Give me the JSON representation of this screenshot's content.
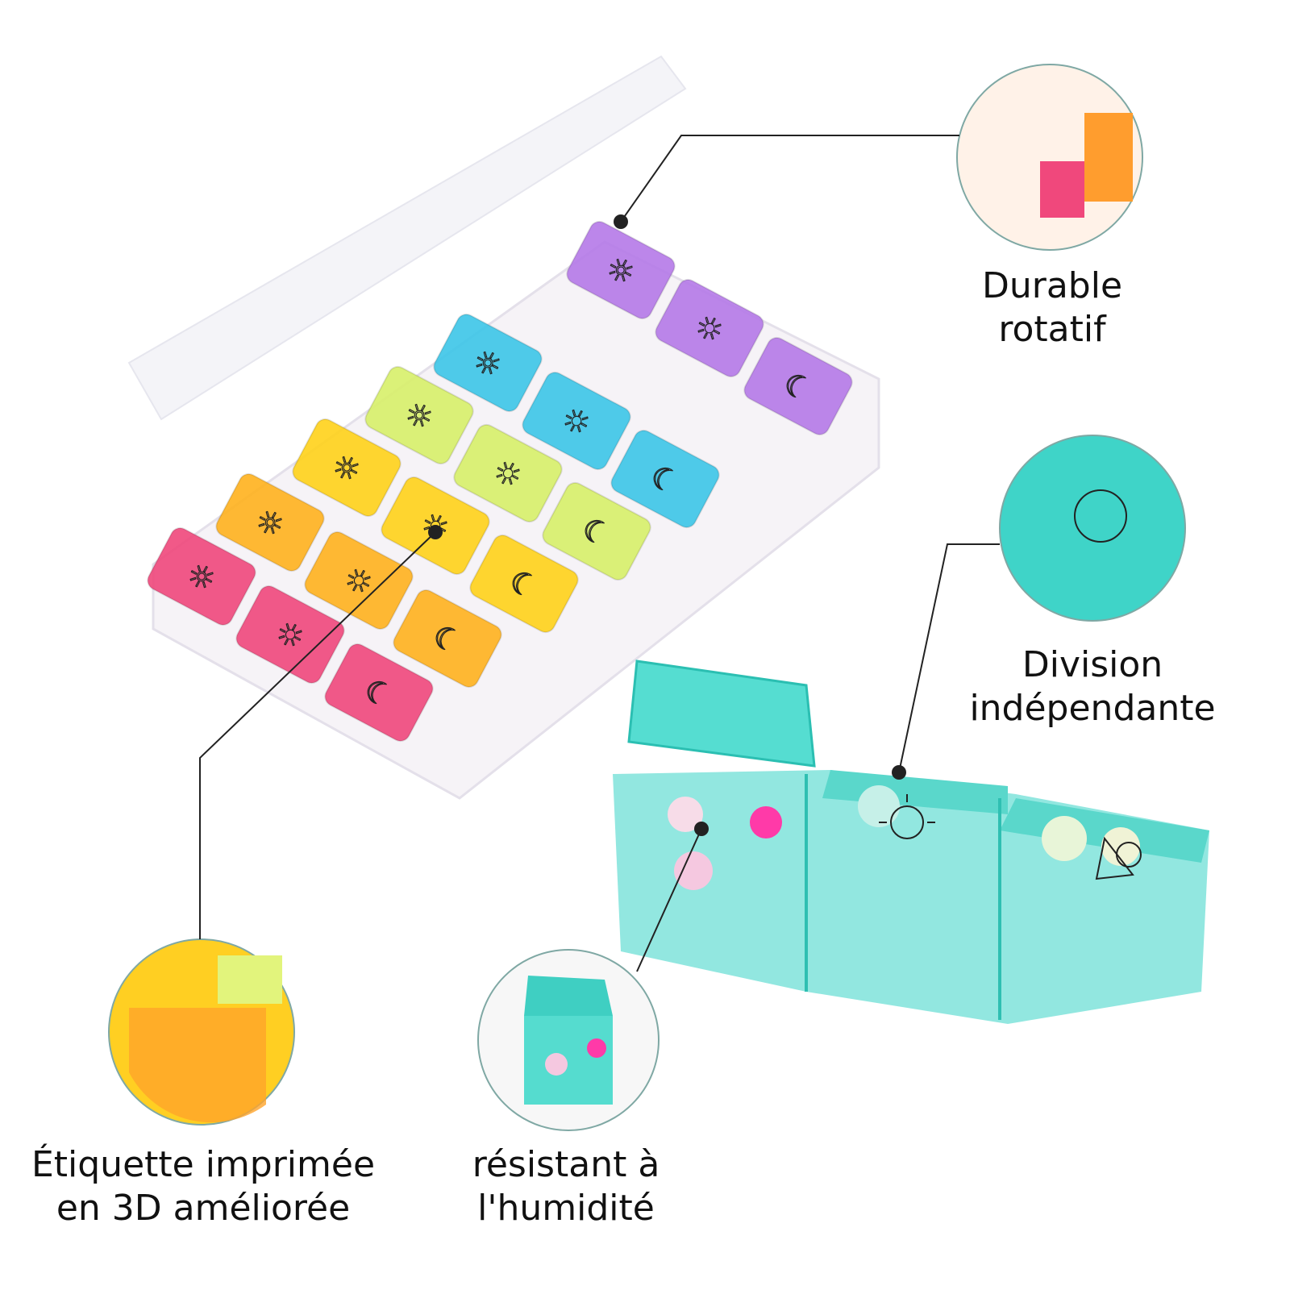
{
  "features": [
    {
      "id": "durable",
      "lines": [
        "Durable",
        "rotatif"
      ]
    },
    {
      "id": "division",
      "lines": [
        "Division",
        "indépendante"
      ]
    },
    {
      "id": "label3d",
      "lines": [
        "Étiquette imprimée",
        "en 3D améliorée"
      ]
    },
    {
      "id": "humidity",
      "lines": [
        "résistant à",
        "l'humidité"
      ]
    }
  ],
  "organizer": {
    "day_colors": [
      "#f0487c",
      "#ffb21e",
      "#ffd21a",
      "#d8f06a",
      "#3cc6e8",
      "#b57ae8"
    ],
    "slot_icons": [
      "sun-mountain-icon",
      "sun-icon",
      "moon-icon"
    ],
    "case_color": "#2fd6c8"
  }
}
